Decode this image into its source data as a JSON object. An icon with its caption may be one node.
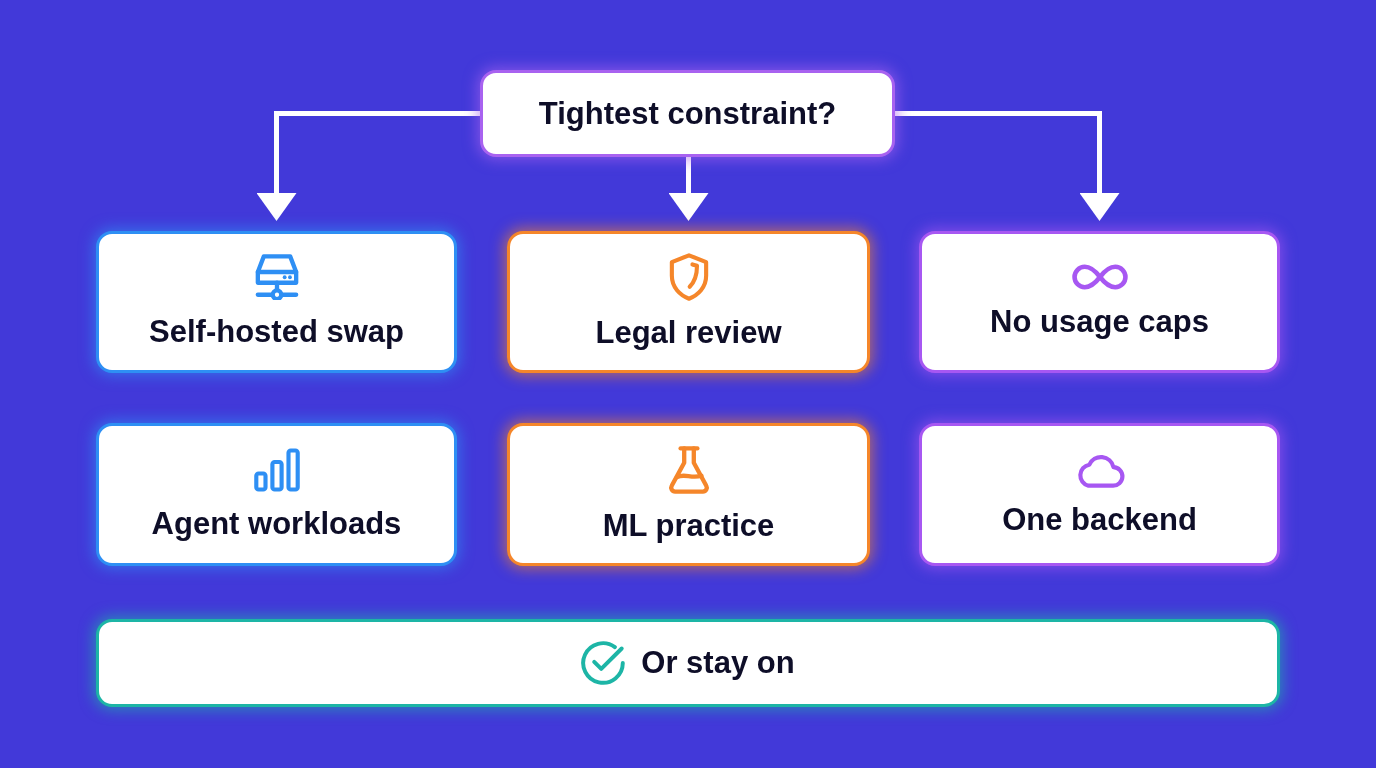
{
  "diagram": {
    "nodes": [
      {
        "text": [
          "Tightest constraint?"
        ]
      },
      {
        "text": [
          "Self-hosted swap"
        ]
      },
      {
        "text": [
          "Legal review"
        ]
      },
      {
        "text": [
          "No usage caps"
        ]
      },
      {
        "text": [
          "Agent workloads"
        ]
      },
      {
        "text": [
          "ML practice"
        ]
      },
      {
        "text": [
          "One backend"
        ]
      },
      {
        "text": [
          "Or stay on"
        ]
      }
    ],
    "edges": [
      {
        "from": 0,
        "to": 1,
        "arrow": "to"
      },
      {
        "from": 0,
        "to": 2,
        "arrow": "to"
      },
      {
        "from": 0,
        "to": 3,
        "arrow": "to"
      }
    ]
  }
}
